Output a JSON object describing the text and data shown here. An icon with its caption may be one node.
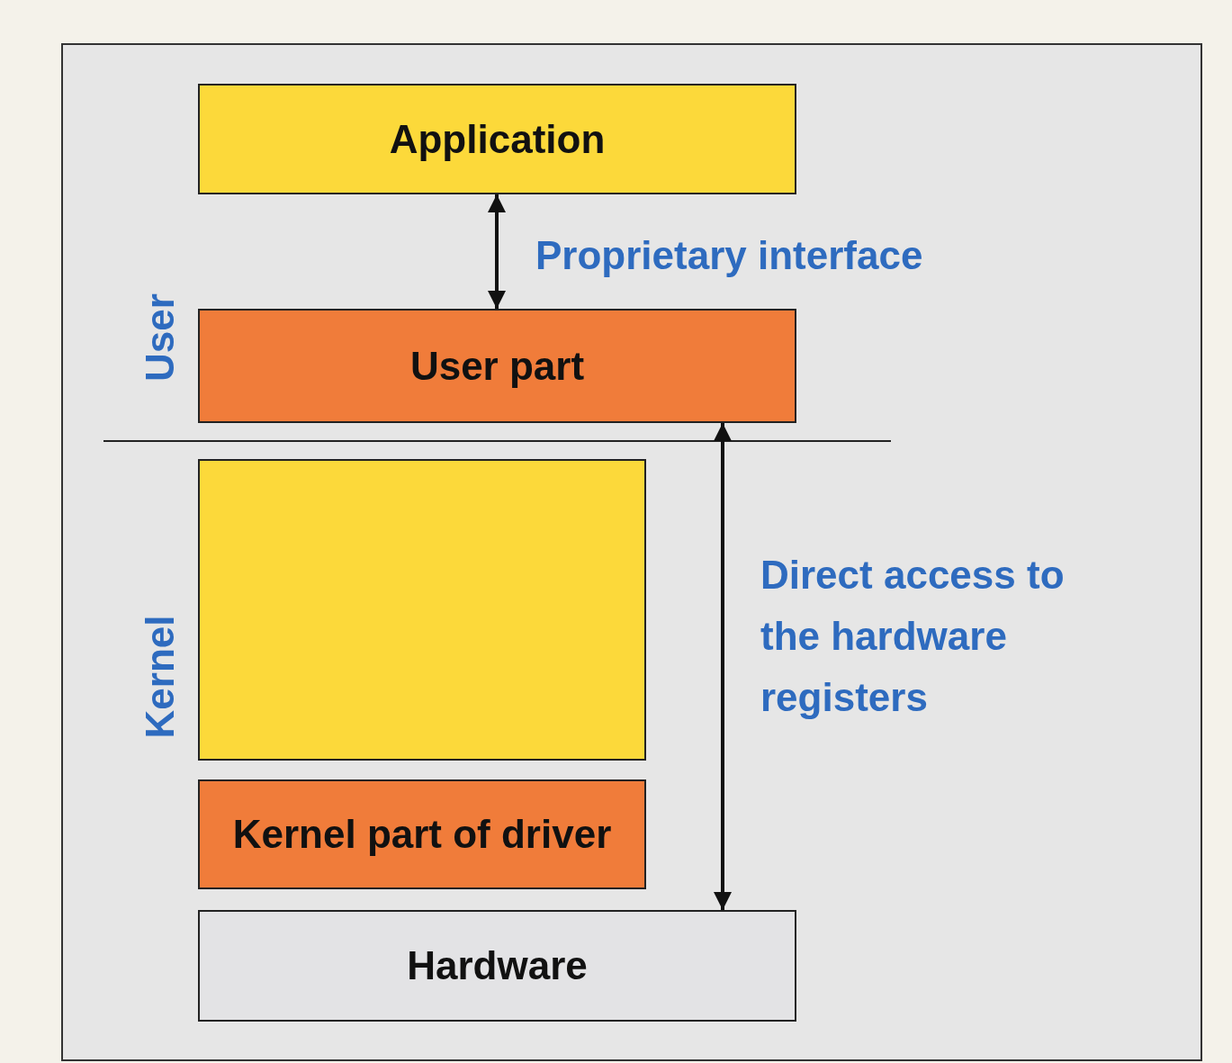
{
  "diagram": {
    "nodes": [
      {
        "text": [
          "Application"
        ]
      },
      {
        "text": [
          "User part"
        ]
      },
      {
        "text": [],
        "shape": "box"
      },
      {
        "text": [
          "Kernel part of driver"
        ]
      },
      {
        "text": [
          "Hardware"
        ]
      }
    ],
    "edges": [
      {
        "from": 0,
        "to": 1,
        "arrow": "both",
        "label": "Proprietary interface"
      },
      {
        "from": 1,
        "to": 4,
        "arrow": "both",
        "label": "Direct access to the hardware registers"
      }
    ],
    "labels": [
      "User",
      "Kernel"
    ]
  }
}
